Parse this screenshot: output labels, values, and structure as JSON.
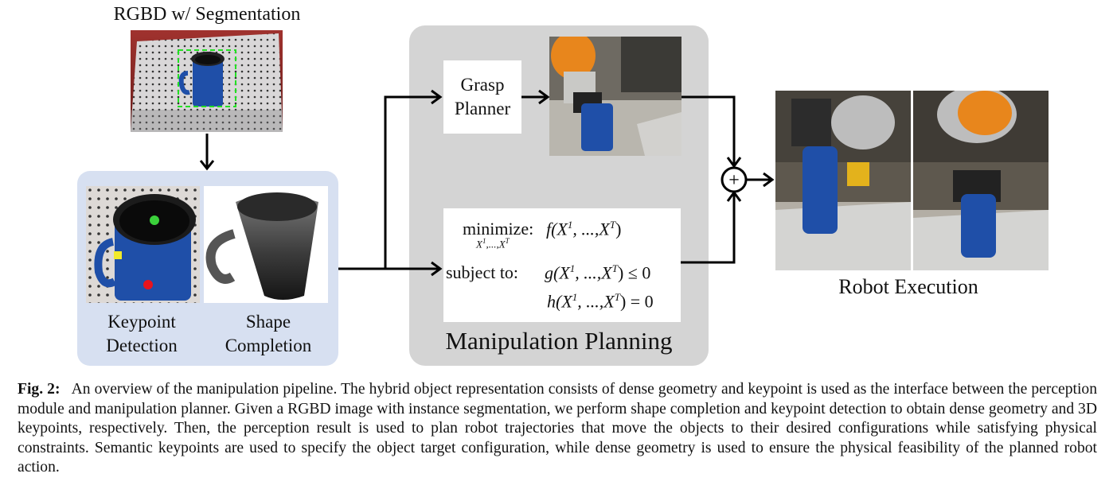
{
  "figure": {
    "rgbd_label": "RGBD w/ Segmentation",
    "keypoint_label_line1": "Keypoint",
    "keypoint_label_line2": "Detection",
    "shape_label_line1": "Shape",
    "shape_label_line2": "Completion",
    "grasp_line1": "Grasp",
    "grasp_line2": "Planner",
    "opt": {
      "minimize": "minimize:",
      "minimize_sub": "X",
      "f_expr": "f(X",
      "subject_to": "subject to:",
      "g_expr": "g(X",
      "h_expr": "h(X",
      "le_zero": ") ≤ 0",
      "eq_zero": ") = 0"
    },
    "manip_label": "Manipulation Planning",
    "robot_label": "Robot Execution",
    "plus_symbol": "+"
  },
  "caption": {
    "label": "Fig. 2:",
    "text": "An overview of the manipulation pipeline. The hybrid object representation consists of dense geometry and keypoint is used as the interface between the perception module and manipulation planner. Given a RGBD image with instance segmentation, we perform shape completion and keypoint detection to obtain dense geometry and 3D keypoints, respectively. Then, the perception result is used to plan robot trajectories that move the objects to their desired configurations while satisfying physical constraints. Semantic keypoints are used to specify the object target configuration, while dense geometry is used to ensure the physical feasibility of the planned robot action."
  },
  "colors": {
    "perception_box": "#d7e0f1",
    "planning_box": "#d4d4d4",
    "segmentation_box": "#22e022",
    "keypoint_green": "#3bd13b",
    "keypoint_yellow": "#f2ea2a",
    "keypoint_red": "#e8141e",
    "mug_blue": "#1f4fa8",
    "gripper_orange": "#e8861c"
  }
}
